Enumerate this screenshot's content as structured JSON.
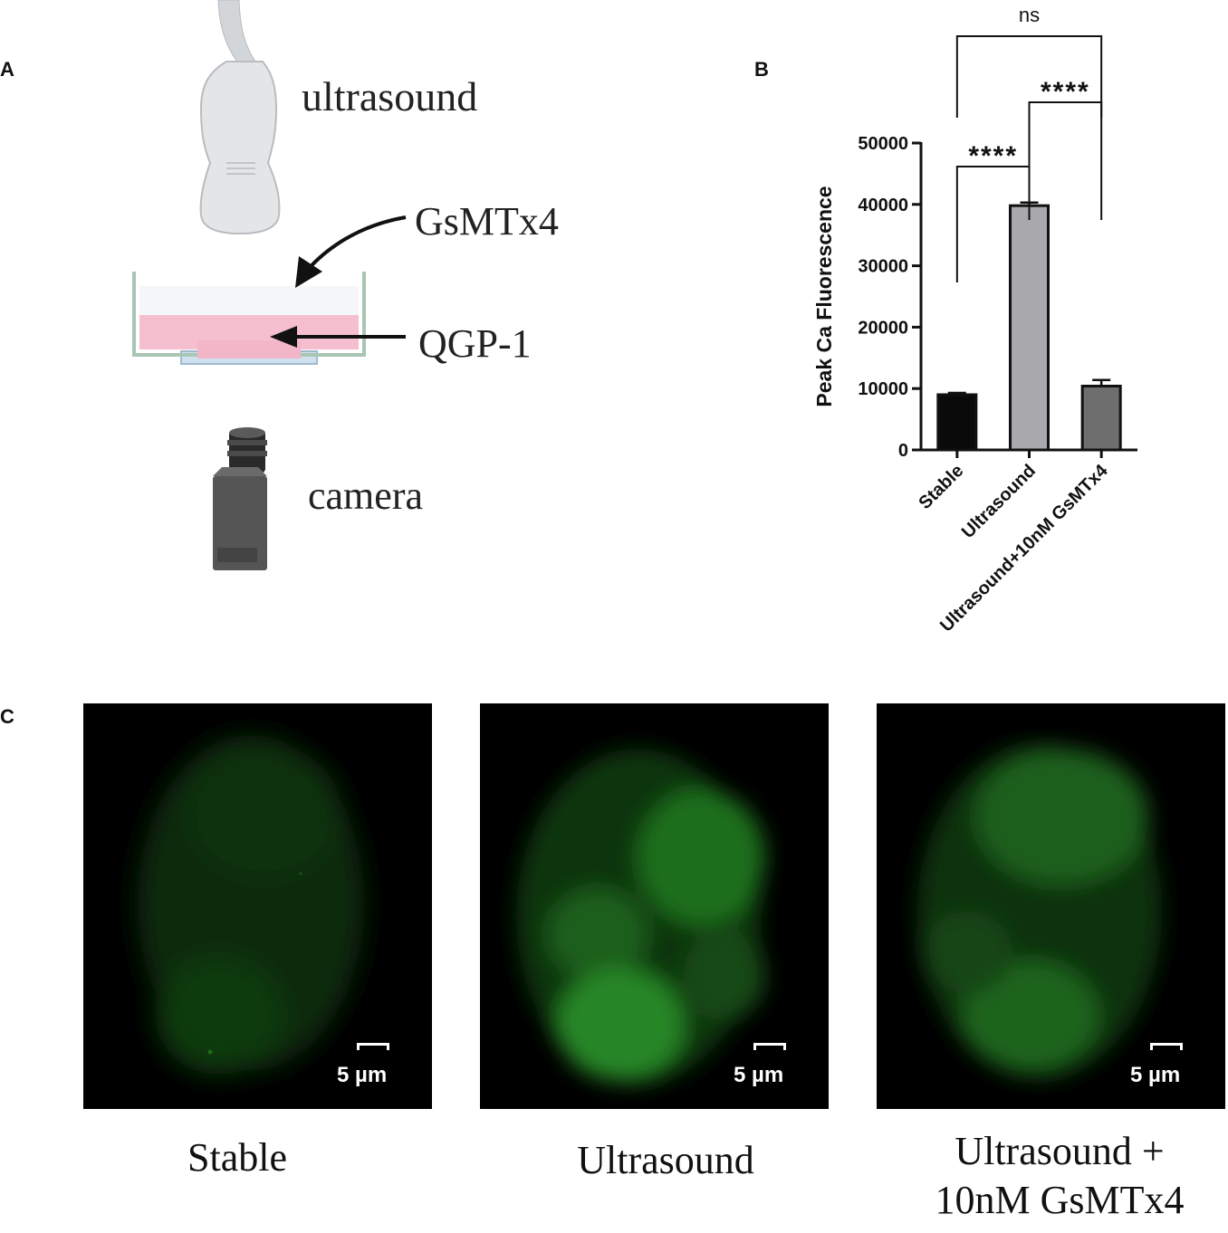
{
  "panels": {
    "a_letter": "A",
    "b_letter": "B",
    "c_letter": "C"
  },
  "schematic": {
    "ultrasound_label": "ultrasound",
    "drug_label": "GsMTx4",
    "cell_label": "QGP-1",
    "camera_label": "camera",
    "colors": {
      "medium": "#f6bfcf",
      "dish": "#a9c6b4",
      "probe": "#e3e5e7",
      "camera": "#555555"
    }
  },
  "chart_data": {
    "type": "bar",
    "categories": [
      "Stable",
      "Ultrasound",
      "Ultrasound+10nM GsMTx4"
    ],
    "values": [
      9000,
      39800,
      10400
    ],
    "errors": [
      300,
      500,
      1000
    ],
    "colors": [
      "#0a0a0a",
      "#a9a9ad",
      "#6e6e6e"
    ],
    "ylabel": "Peak Ca Fluorescence",
    "ylim": [
      0,
      50000
    ],
    "yticks": [
      "0",
      "10000",
      "20000",
      "30000",
      "40000",
      "50000"
    ],
    "grid": false,
    "significance": [
      {
        "pair": [
          0,
          1
        ],
        "label": "****"
      },
      {
        "pair": [
          1,
          2
        ],
        "label": "****"
      },
      {
        "pair": [
          0,
          2
        ],
        "label": "ns"
      }
    ]
  },
  "micrographs": [
    {
      "caption_line1": "Stable",
      "caption_line2": "",
      "scale_label": "5 µm",
      "intensity": "dim"
    },
    {
      "caption_line1": "Ultrasound",
      "caption_line2": "",
      "scale_label": "5 µm",
      "intensity": "bright"
    },
    {
      "caption_line1": "Ultrasound +",
      "caption_line2": "10nM GsMTx4",
      "scale_label": "5 µm",
      "intensity": "medium"
    }
  ]
}
